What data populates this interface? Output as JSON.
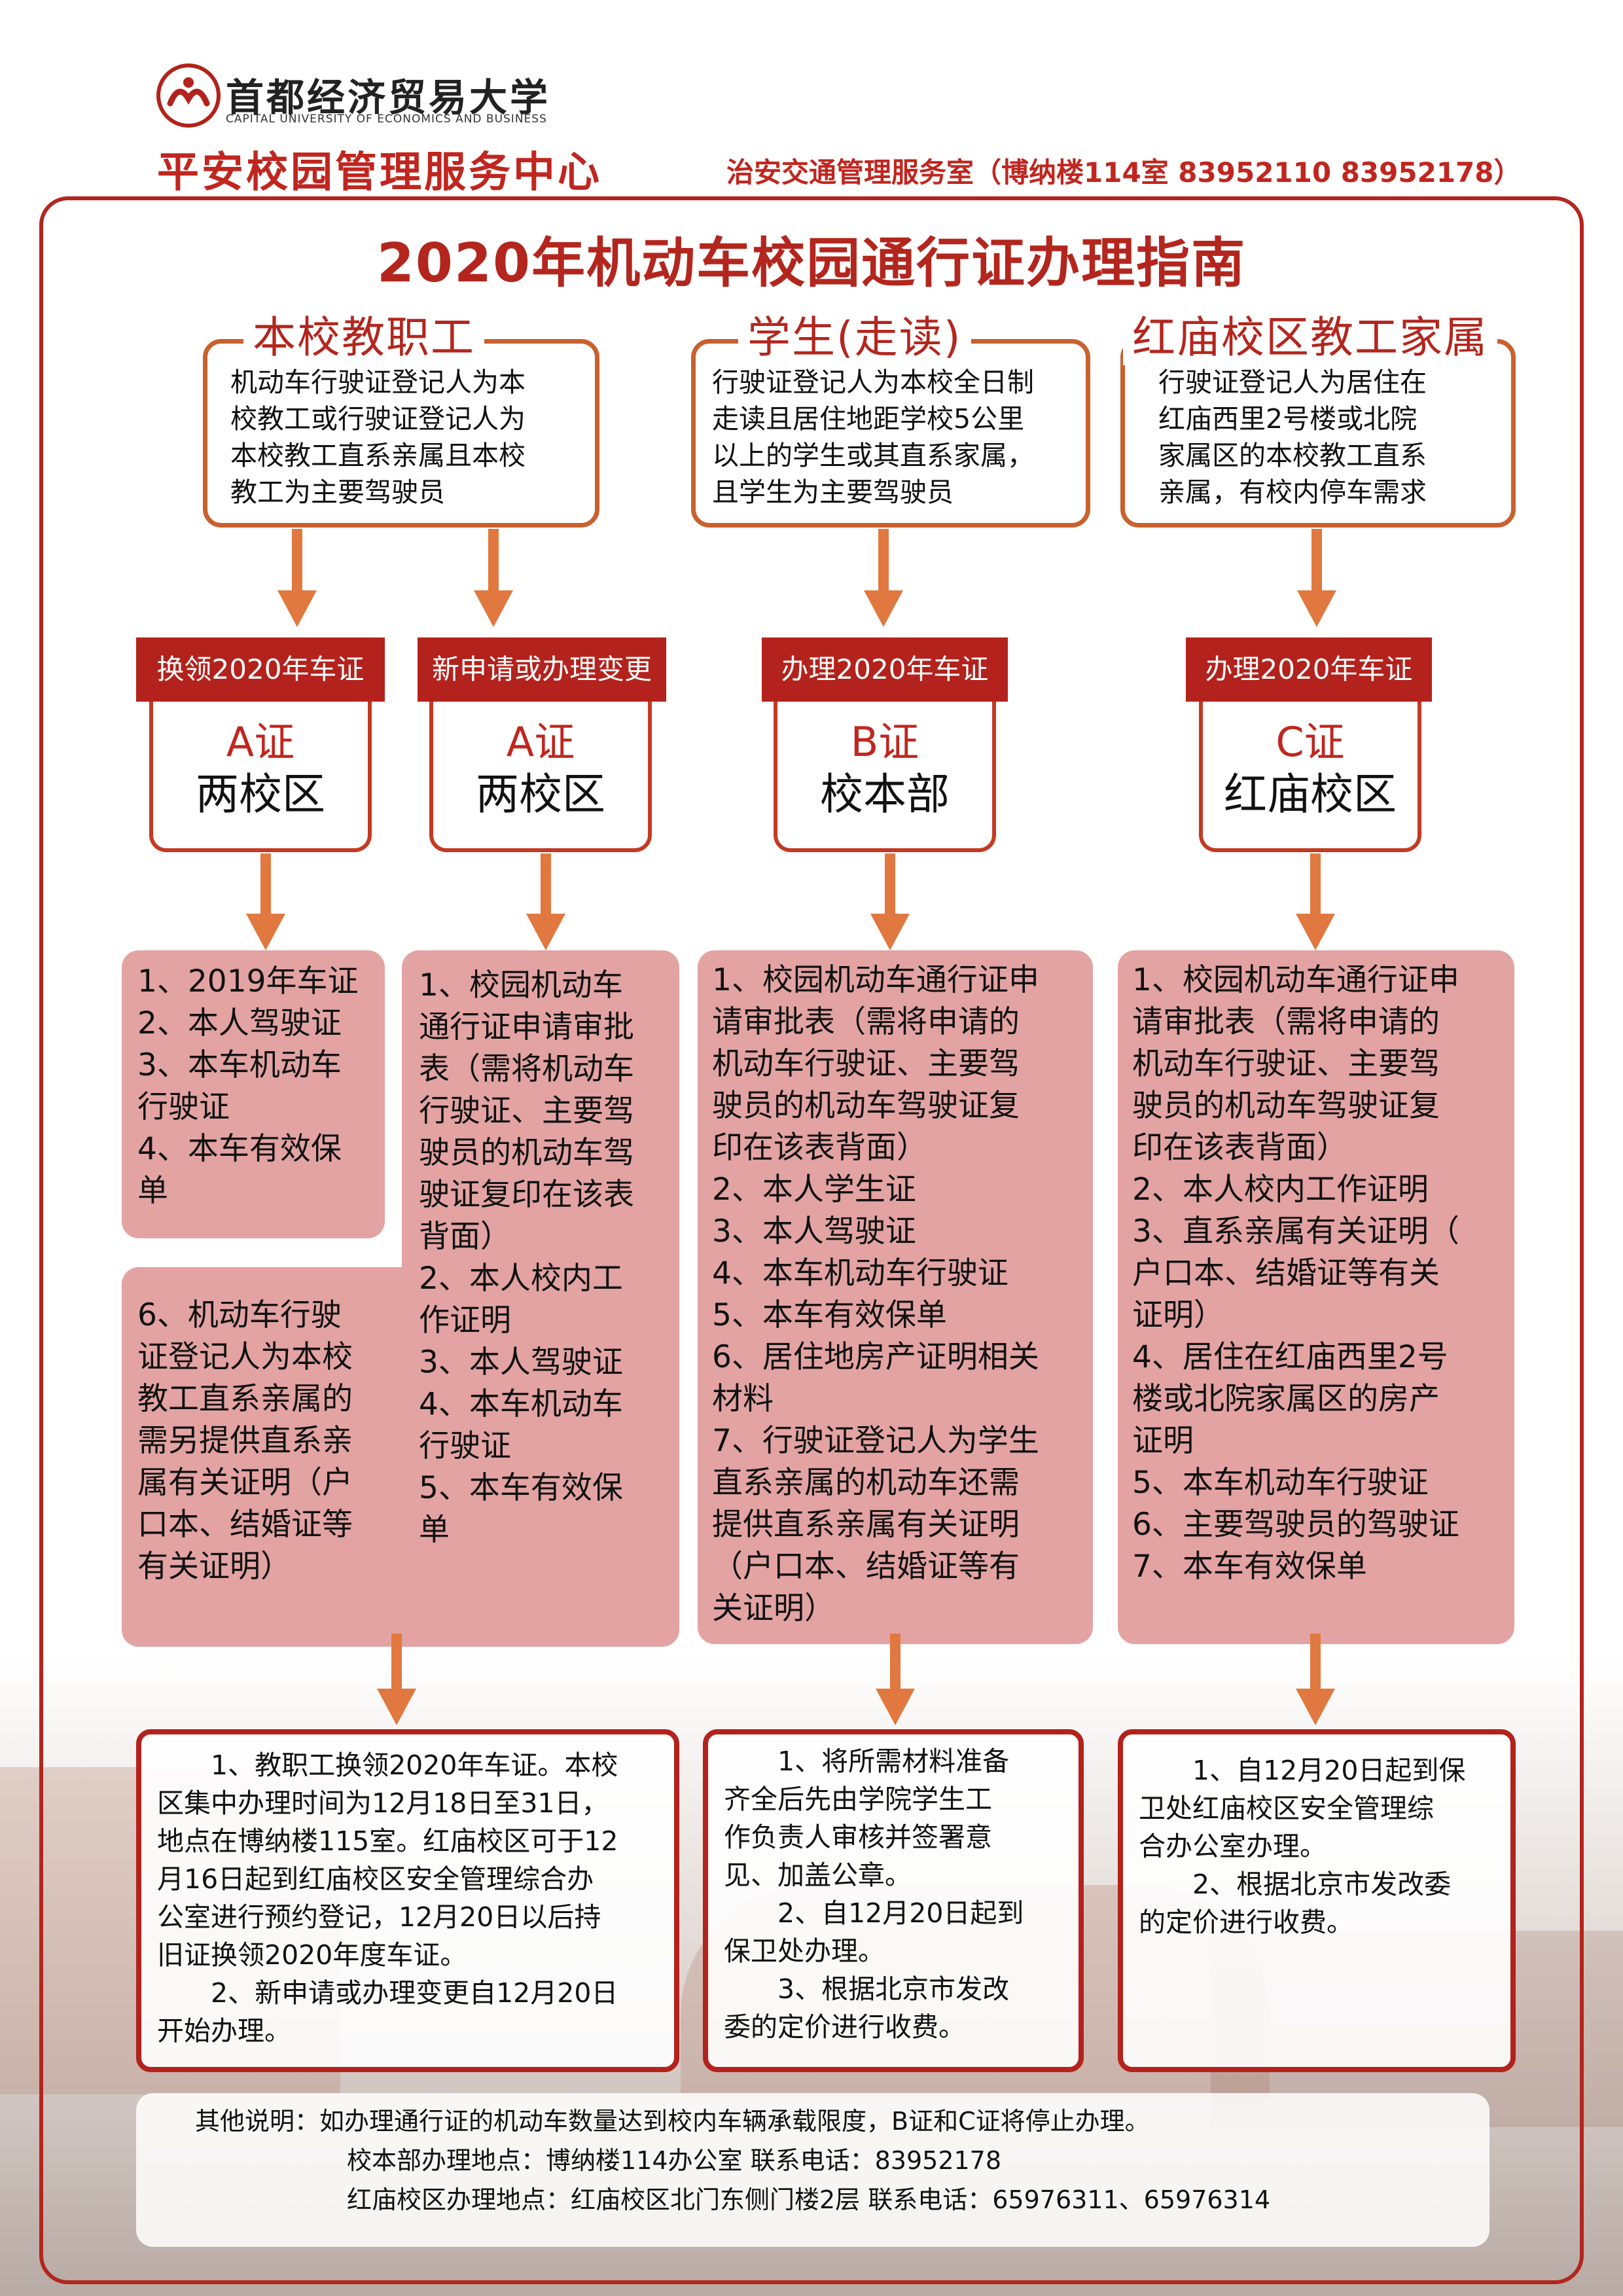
{
  "header": {
    "university_cn": "首都经济贸易大学",
    "university_en": "CAPITAL UNIVERSITY OF ECONOMICS AND BUSINESS",
    "center": "平安校园管理服务中心",
    "office": "治安交通管理服务室（博纳楼114室  83952110  83952178）"
  },
  "title": "2020年机动车校园通行证办理指南",
  "categories": [
    {
      "title": "本校教职工",
      "desc": [
        "机动车行驶证登记人为本",
        "校教工或行驶证登记人为",
        "本校教工直系亲属且本校",
        "教工为主要驾驶员"
      ]
    },
    {
      "title": "学生(走读)",
      "desc": [
        "行驶证登记人为本校全日制",
        "走读且居住地距学校5公里",
        "以上的学生或其直系家属，",
        "且学生为主要驾驶员"
      ]
    },
    {
      "title": "红庙校区教工家属",
      "desc": [
        "行驶证登记人为居住在",
        "红庙西里2号楼或北院",
        "家属区的本校教工直系",
        "亲属，有校内停车需求"
      ]
    }
  ],
  "certs": [
    {
      "bar": "换领2020年车证",
      "type": "A证",
      "campus": "两校区"
    },
    {
      "bar": "新申请或办理变更",
      "type": "A证",
      "campus": "两校区"
    },
    {
      "bar": "办理2020年车证",
      "type": "B证",
      "campus": "校本部"
    },
    {
      "bar": "办理2020年车证",
      "type": "C证",
      "campus": "红庙校区"
    }
  ],
  "materials": {
    "renew": [
      "1、2019年车证",
      "2、本人驾驶证",
      "3、本车机动车",
      "行驶证",
      "4、本车有效保",
      "单"
    ],
    "renew_extra": [
      "6、机动车行驶",
      "证登记人为本校",
      "教工直系亲属的",
      "需另提供直系亲",
      "属有关证明（户",
      "口本、结婚证等",
      "有关证明）"
    ],
    "new": [
      "1、校园机动车",
      "通行证申请审批",
      "表（需将机动车",
      "行驶证、主要驾",
      "驶员的机动车驾",
      "驶证复印在该表",
      "背面）",
      "2、本人校内工",
      "作证明",
      "3、本人驾驶证",
      "4、本车机动车",
      "行驶证",
      "5、本车有效保",
      "单"
    ],
    "student": [
      "1、校园机动车通行证申",
      "请审批表（需将申请的",
      "机动车行驶证、主要驾",
      "驶员的机动车驾驶证复",
      "印在该表背面）",
      "2、本人学生证",
      "3、本人驾驶证",
      "4、本车机动车行驶证",
      "5、本车有效保单",
      "6、居住地房产证明相关",
      "材料",
      "7、行驶证登记人为学生",
      "直系亲属的机动车还需",
      "提供直系亲属有关证明",
      "（户口本、结婚证等有",
      "关证明）"
    ],
    "family": [
      "1、校园机动车通行证申",
      "请审批表（需将申请的",
      "机动车行驶证、主要驾",
      "驶员的机动车驾驶证复",
      "印在该表背面）",
      "2、本人校内工作证明",
      "3、直系亲属有关证明（",
      "户口本、结婚证等有关",
      "证明）",
      "4、居住在红庙西里2号",
      "楼或北院家属区的房产",
      "证明",
      "5、本车机动车行驶证",
      "6、主要驾驶员的驾驶证",
      "7、本车有效保单"
    ]
  },
  "notices": {
    "staff": [
      "1、教职工换领2020年车证。本校",
      "区集中办理时间为12月18日至31日，",
      "地点在博纳楼115室。红庙校区可于12",
      "月16日起到红庙校区安全管理综合办",
      "公室进行预约登记，12月20日以后持",
      "旧证换领2020年度车证。",
      "2、新申请或办理变更自12月20日",
      "开始办理。"
    ],
    "student": [
      "1、将所需材料准备",
      "齐全后先由学院学生工",
      "作负责人审核并签署意",
      "见、加盖公章。",
      "2、自12月20日起到",
      "保卫处办理。",
      "3、根据北京市发改",
      "委的定价进行收费。"
    ],
    "family": [
      "1、自12月20日起到保",
      "卫处红庙校区安全管理综",
      "合办公室办理。",
      "2、根据北京市发改委",
      "的定价进行收费。"
    ]
  },
  "footer": {
    "line1": "其他说明：如办理通行证的机动车数量达到校内车辆承载限度，B证和C证将停止办理。",
    "line2": "校本部办理地点：博纳楼114办公室    联系电话：83952178",
    "line3": "红庙校区办理地点：红庙校区北门东侧门楼2层    联系电话：65976311、65976314"
  },
  "colors": {
    "primary_red": "#b3221c",
    "arrow_orange": "#e07840",
    "panel_pink": "#e3a3a3"
  }
}
